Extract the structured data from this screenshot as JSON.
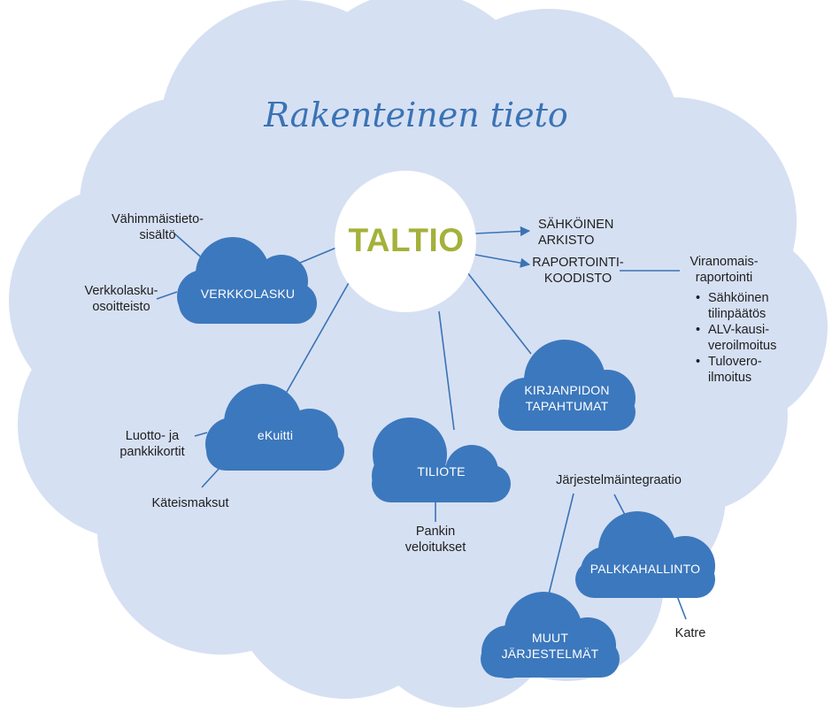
{
  "title": "Rakenteinen tieto",
  "center": {
    "label": "TALTIO"
  },
  "clouds": {
    "verkkolasku": "VERKKOLASKU",
    "ekuitti": "eKuitti",
    "tiliote": "TILIOTE",
    "kirjanpito_line1": "KIRJANPIDON",
    "kirjanpito_line2": "TAPAHTUMAT",
    "palkkahallinto": "PALKKAHALLINTO",
    "muut_line1": "MUUT",
    "muut_line2": "JÄRJESTELMÄT"
  },
  "labels": {
    "vahimmais_line1": "Vähimmäistieto-",
    "vahimmais_line2": "sisältö",
    "verkkolaskuosoite_line1": "Verkkolasku-",
    "verkkolaskuosoite_line2": "osoitteisto",
    "sahkoinen_line1": "SÄHKÖINEN",
    "sahkoinen_line2": "ARKISTO",
    "raportointi_line1": "RAPORTOINTI-",
    "raportointi_line2": "KOODISTO",
    "viranomais_line1": "Viranomais-",
    "viranomais_line2": "raportointi",
    "luotto_line1": "Luotto- ja",
    "luotto_line2": "pankkikortit",
    "kateismaksut": "Käteismaksut",
    "pankin_line1": "Pankin",
    "pankin_line2": "veloitukset",
    "jarjestelmaintegraatio": "Järjestelmäintegraatio",
    "katre": "Katre"
  },
  "viranomais_items": [
    {
      "line1": "Sähköinen",
      "line2": "tilinpäätös"
    },
    {
      "line1": "ALV-kausi-",
      "line2": "veroilmoitus"
    },
    {
      "line1": "Tulovero-",
      "line2": "ilmoitus"
    }
  ],
  "colors": {
    "background_cloud": "#d6e0f3",
    "small_cloud": "#3c78bd",
    "connector": "#3a73b5",
    "title": "#3a73b5",
    "taltio": "#a4b13a",
    "center_circle": "#ffffff"
  }
}
